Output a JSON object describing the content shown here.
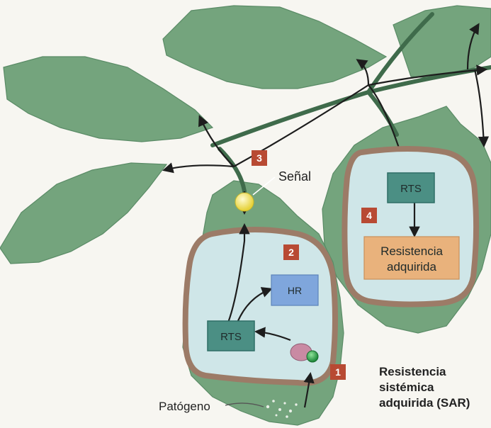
{
  "labels": {
    "signal": "Señal",
    "pathogen": "Patógeno",
    "title_line1": "Resistencia",
    "title_line2": "sistémica",
    "title_line3": "adquirida (SAR)"
  },
  "boxes": {
    "hr": "HR",
    "rts_local": "RTS",
    "rts_distal": "RTS",
    "acquired_line1": "Resistencia",
    "acquired_line2": "adquirida"
  },
  "steps": {
    "one": "1",
    "two": "2",
    "three": "3",
    "four": "4"
  },
  "colors": {
    "leaf": "#6f9e78",
    "leaf_dark": "#4f7f5c",
    "vein": "#3f6f4c",
    "cell_wall": "#a07c66",
    "cell_fill": "#cfe6e8",
    "rts_box": "#4b8f84",
    "hr_box": "#7fa6dc",
    "acquired_box": "#e9b27c",
    "step_badge": "#b84a33",
    "signal": "#efe15a",
    "pathogen": "#c98aa3"
  }
}
